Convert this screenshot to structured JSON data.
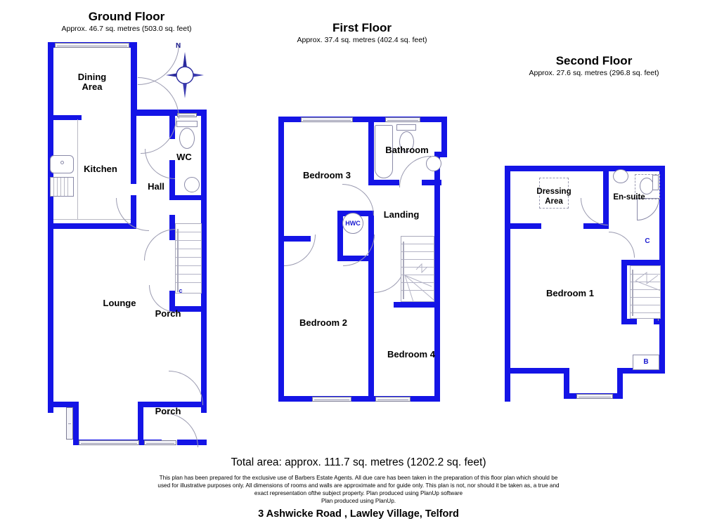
{
  "floors": [
    {
      "id": "ground",
      "title": "Ground Floor",
      "subtitle": "Approx. 46.7 sq. metres (503.0 sq. feet)",
      "rooms": [
        {
          "name": "Dining Area",
          "line1": "Dining",
          "line2": "Area"
        },
        {
          "name": "Kitchen",
          "line1": "Kitchen"
        },
        {
          "name": "WC",
          "line1": "WC"
        },
        {
          "name": "Hall",
          "line1": "Hall"
        },
        {
          "name": "Lounge",
          "line1": "Lounge"
        },
        {
          "name": "Porch",
          "line1": "Porch"
        }
      ],
      "tags": [
        {
          "label": "c"
        }
      ]
    },
    {
      "id": "first",
      "title": "First Floor",
      "subtitle": "Approx. 37.4 sq. metres (402.4 sq. feet)",
      "rooms": [
        {
          "name": "Bedroom 3",
          "line1": "Bedroom 3"
        },
        {
          "name": "Bathroom",
          "line1": "Bathroom"
        },
        {
          "name": "Landing",
          "line1": "Landing"
        },
        {
          "name": "Bedroom 2",
          "line1": "Bedroom 2"
        },
        {
          "name": "Bedroom 4",
          "line1": "Bedroom 4"
        }
      ],
      "tags": [
        {
          "label": "HWC"
        }
      ]
    },
    {
      "id": "second",
      "title": "Second Floor",
      "subtitle": "Approx. 27.6 sq. metres (296.8 sq. feet)",
      "rooms": [
        {
          "name": "Dressing Area",
          "line1": "Dressing",
          "line2": "Area"
        },
        {
          "name": "En-suite",
          "line1": "En-suite"
        },
        {
          "name": "Bedroom 1",
          "line1": "Bedroom 1"
        }
      ],
      "tags": [
        {
          "label": "C"
        },
        {
          "label": "B"
        }
      ]
    }
  ],
  "compass": {
    "north_label": "N"
  },
  "footer": {
    "total_area": "Total area: approx. 111.7 sq. metres (1202.2 sq. feet)",
    "disclaimer_line1": "This plan has been prepared for the exclusive use of Barbers Estate Agents. All due care has been taken in the preparation of this floor plan which should be",
    "disclaimer_line2": "used for illustrative purposes only. All dimensions of rooms and walls are approximate and for guide only. This plan is not, nor should it be taken as, a true and",
    "disclaimer_line3": "exact representation ofthe subject property. Plan produced using PlanUp software",
    "disclaimer_line4": "Plan produced using PlanUp.",
    "address": "3 Ashwicke Road , Lawley Village, Telford"
  },
  "colors": {
    "wall": "#1414e6",
    "text": "#000000",
    "tag": "#1a1ad0",
    "fixture_outline": "#8a8aa8"
  }
}
